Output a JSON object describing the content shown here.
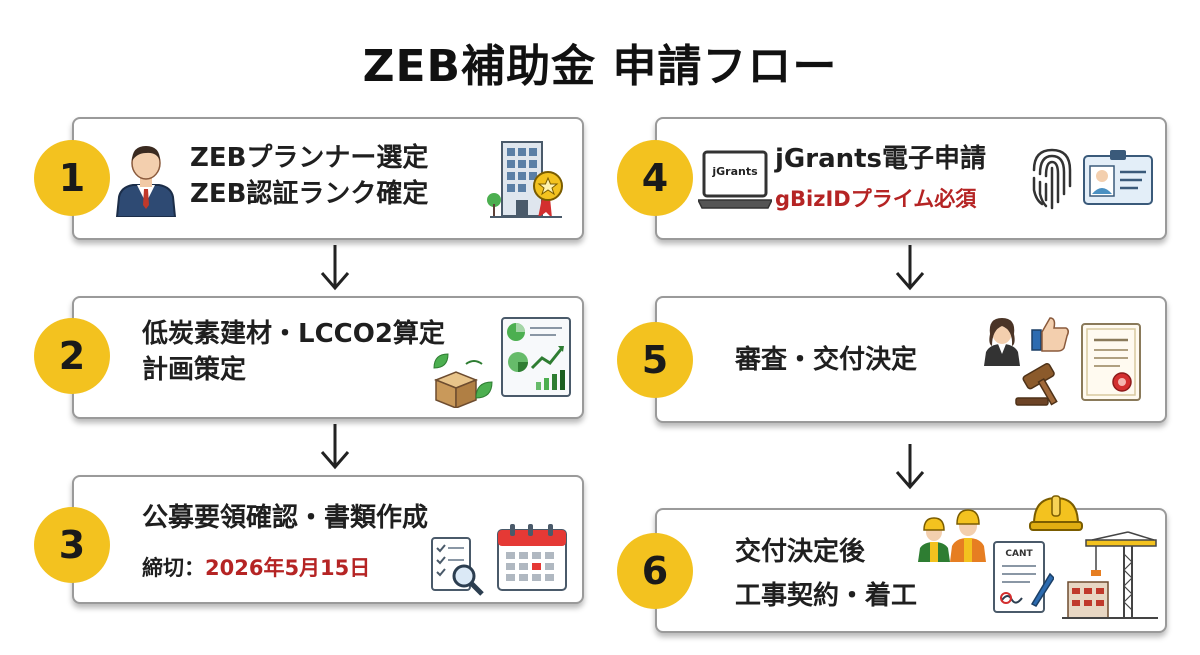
{
  "title": "ZEB補助金 申請フロー",
  "steps": [
    {
      "number": "1",
      "lines": [
        "ZEBプランナー選定",
        "ZEB認証ランク確定"
      ]
    },
    {
      "number": "2",
      "lines": [
        "低炭素建材・LCCO2算定",
        "計画策定"
      ]
    },
    {
      "number": "3",
      "line1": "公募要領確認・書類作成",
      "deadline_label": "締切：",
      "deadline_date": "2026年5月15日"
    },
    {
      "number": "4",
      "line1": "jGrants電子申請",
      "line2": "gBizIDプライム必須",
      "laptop_label": "jGrants"
    },
    {
      "number": "5",
      "lines": [
        "審査・交付決定"
      ]
    },
    {
      "number": "6",
      "lines": [
        "交付決定後",
        "工事契約・着工"
      ],
      "doc_label": "CANT"
    }
  ],
  "colors": {
    "badge": "#f3c21f",
    "accent_red": "#b52424",
    "border": "#9a9a9a"
  },
  "icons": [
    "businessman-icon",
    "award-building-icon",
    "laptop-icon",
    "fingerprint-icon",
    "id-card-icon",
    "growth-chart-icon",
    "eco-blocks-icon",
    "document-search-icon",
    "calendar-icon",
    "judge-icon",
    "thumbs-up-icon",
    "gavel-icon",
    "certificate-icon",
    "construction-workers-icon",
    "hard-hat-icon",
    "contract-icon",
    "crane-icon"
  ]
}
